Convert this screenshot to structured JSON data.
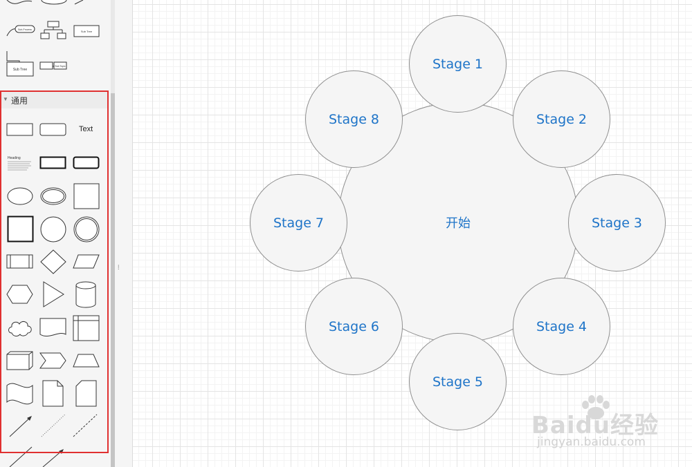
{
  "sidebar": {
    "section_label": "通用",
    "mini_labels": {
      "subprocess": "Sub-Process",
      "sub_tree": "Sub Tree",
      "topic": "Sub Topic",
      "tree_a": "Sub Tree",
      "tree_b": "Sub Tree",
      "mindmap": "Sub Topic",
      "tree_root": "Sub Tree"
    },
    "text_shape": "Text",
    "heading_shape": "Heading"
  },
  "canvas": {
    "center_label": "开始",
    "stages": [
      "Stage 1",
      "Stage 2",
      "Stage 3",
      "Stage 4",
      "Stage 5",
      "Stage 6",
      "Stage 7",
      "Stage 8"
    ],
    "node_fill": "#f5f5f5",
    "node_stroke": "#8f8f8f",
    "label_color": "#1e74c8"
  },
  "watermark": {
    "brand": "Baidu经验",
    "url": "jingyan.baidu.com"
  },
  "colors": {
    "highlight": "#e03030",
    "sidebar_bg": "#f5f5f5",
    "grid": "#e4e4e4"
  }
}
